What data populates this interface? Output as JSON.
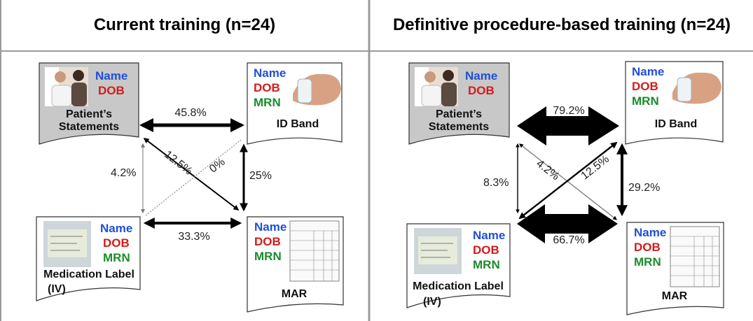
{
  "panels": [
    {
      "title": "Current training (n=24)",
      "percentages": {
        "patient_id": "45.8%",
        "id_mar": "25%",
        "label_mar": "33.3%",
        "patient_label": "4.2%",
        "patient_mar": "12.5%",
        "label_id": "0%"
      }
    },
    {
      "title": "Definitive procedure-based training (n=24)",
      "percentages": {
        "patient_id": "79.2%",
        "id_mar": "29.2%",
        "label_mar": "66.7%",
        "patient_label": "8.3%",
        "patient_mar": "4.2%",
        "label_id": "12.5%"
      }
    }
  ],
  "documents": {
    "patient": {
      "line1": "Patient’s",
      "line2": "Statements"
    },
    "idband": {
      "label": "ID Band"
    },
    "medlabel": {
      "line1": "Medication Label",
      "line2": "(IV)"
    },
    "mar": {
      "label": "MAR"
    }
  },
  "fields": {
    "name": "Name",
    "dob": "DOB",
    "mrn": "MRN"
  },
  "colors": {
    "name": "#1f4fd8",
    "dob": "#d61a1a",
    "mrn": "#1a8c2a",
    "gray_doc": "#c8c8c8"
  }
}
